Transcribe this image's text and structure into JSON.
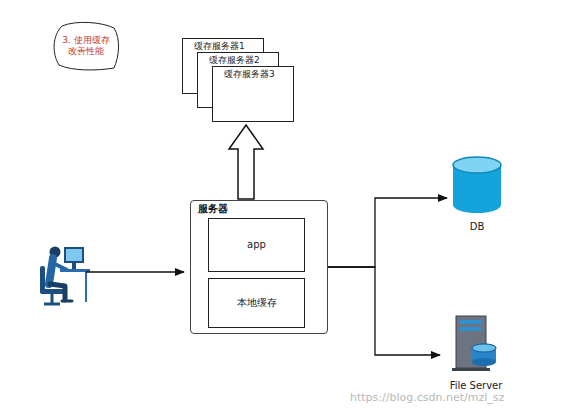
{
  "diagram": {
    "nodes": [
      {
        "text": [
          "3. 使用缓存改善性能"
        ]
      },
      {
        "text": [
          "缓存服务器1"
        ]
      },
      {
        "text": [
          "缓存服务器2"
        ]
      },
      {
        "text": [
          "缓存服务器3"
        ]
      },
      {
        "text": [
          "服务器"
        ]
      },
      {
        "text": [
          "app"
        ],
        "in": 4
      },
      {
        "text": [
          "本地缓存"
        ],
        "in": 4
      },
      {
        "text": [
          "DB"
        ]
      },
      {
        "text": [
          "File Server"
        ]
      }
    ],
    "edges": [
      {
        "from": 4,
        "to": 3,
        "arrow": "to"
      },
      {
        "from": 4,
        "to": 7,
        "arrow": "to"
      },
      {
        "from": 4,
        "to": 8,
        "arrow": "to"
      }
    ],
    "labels": [
      "https://blog.csdn.net/mzl_sz"
    ]
  }
}
